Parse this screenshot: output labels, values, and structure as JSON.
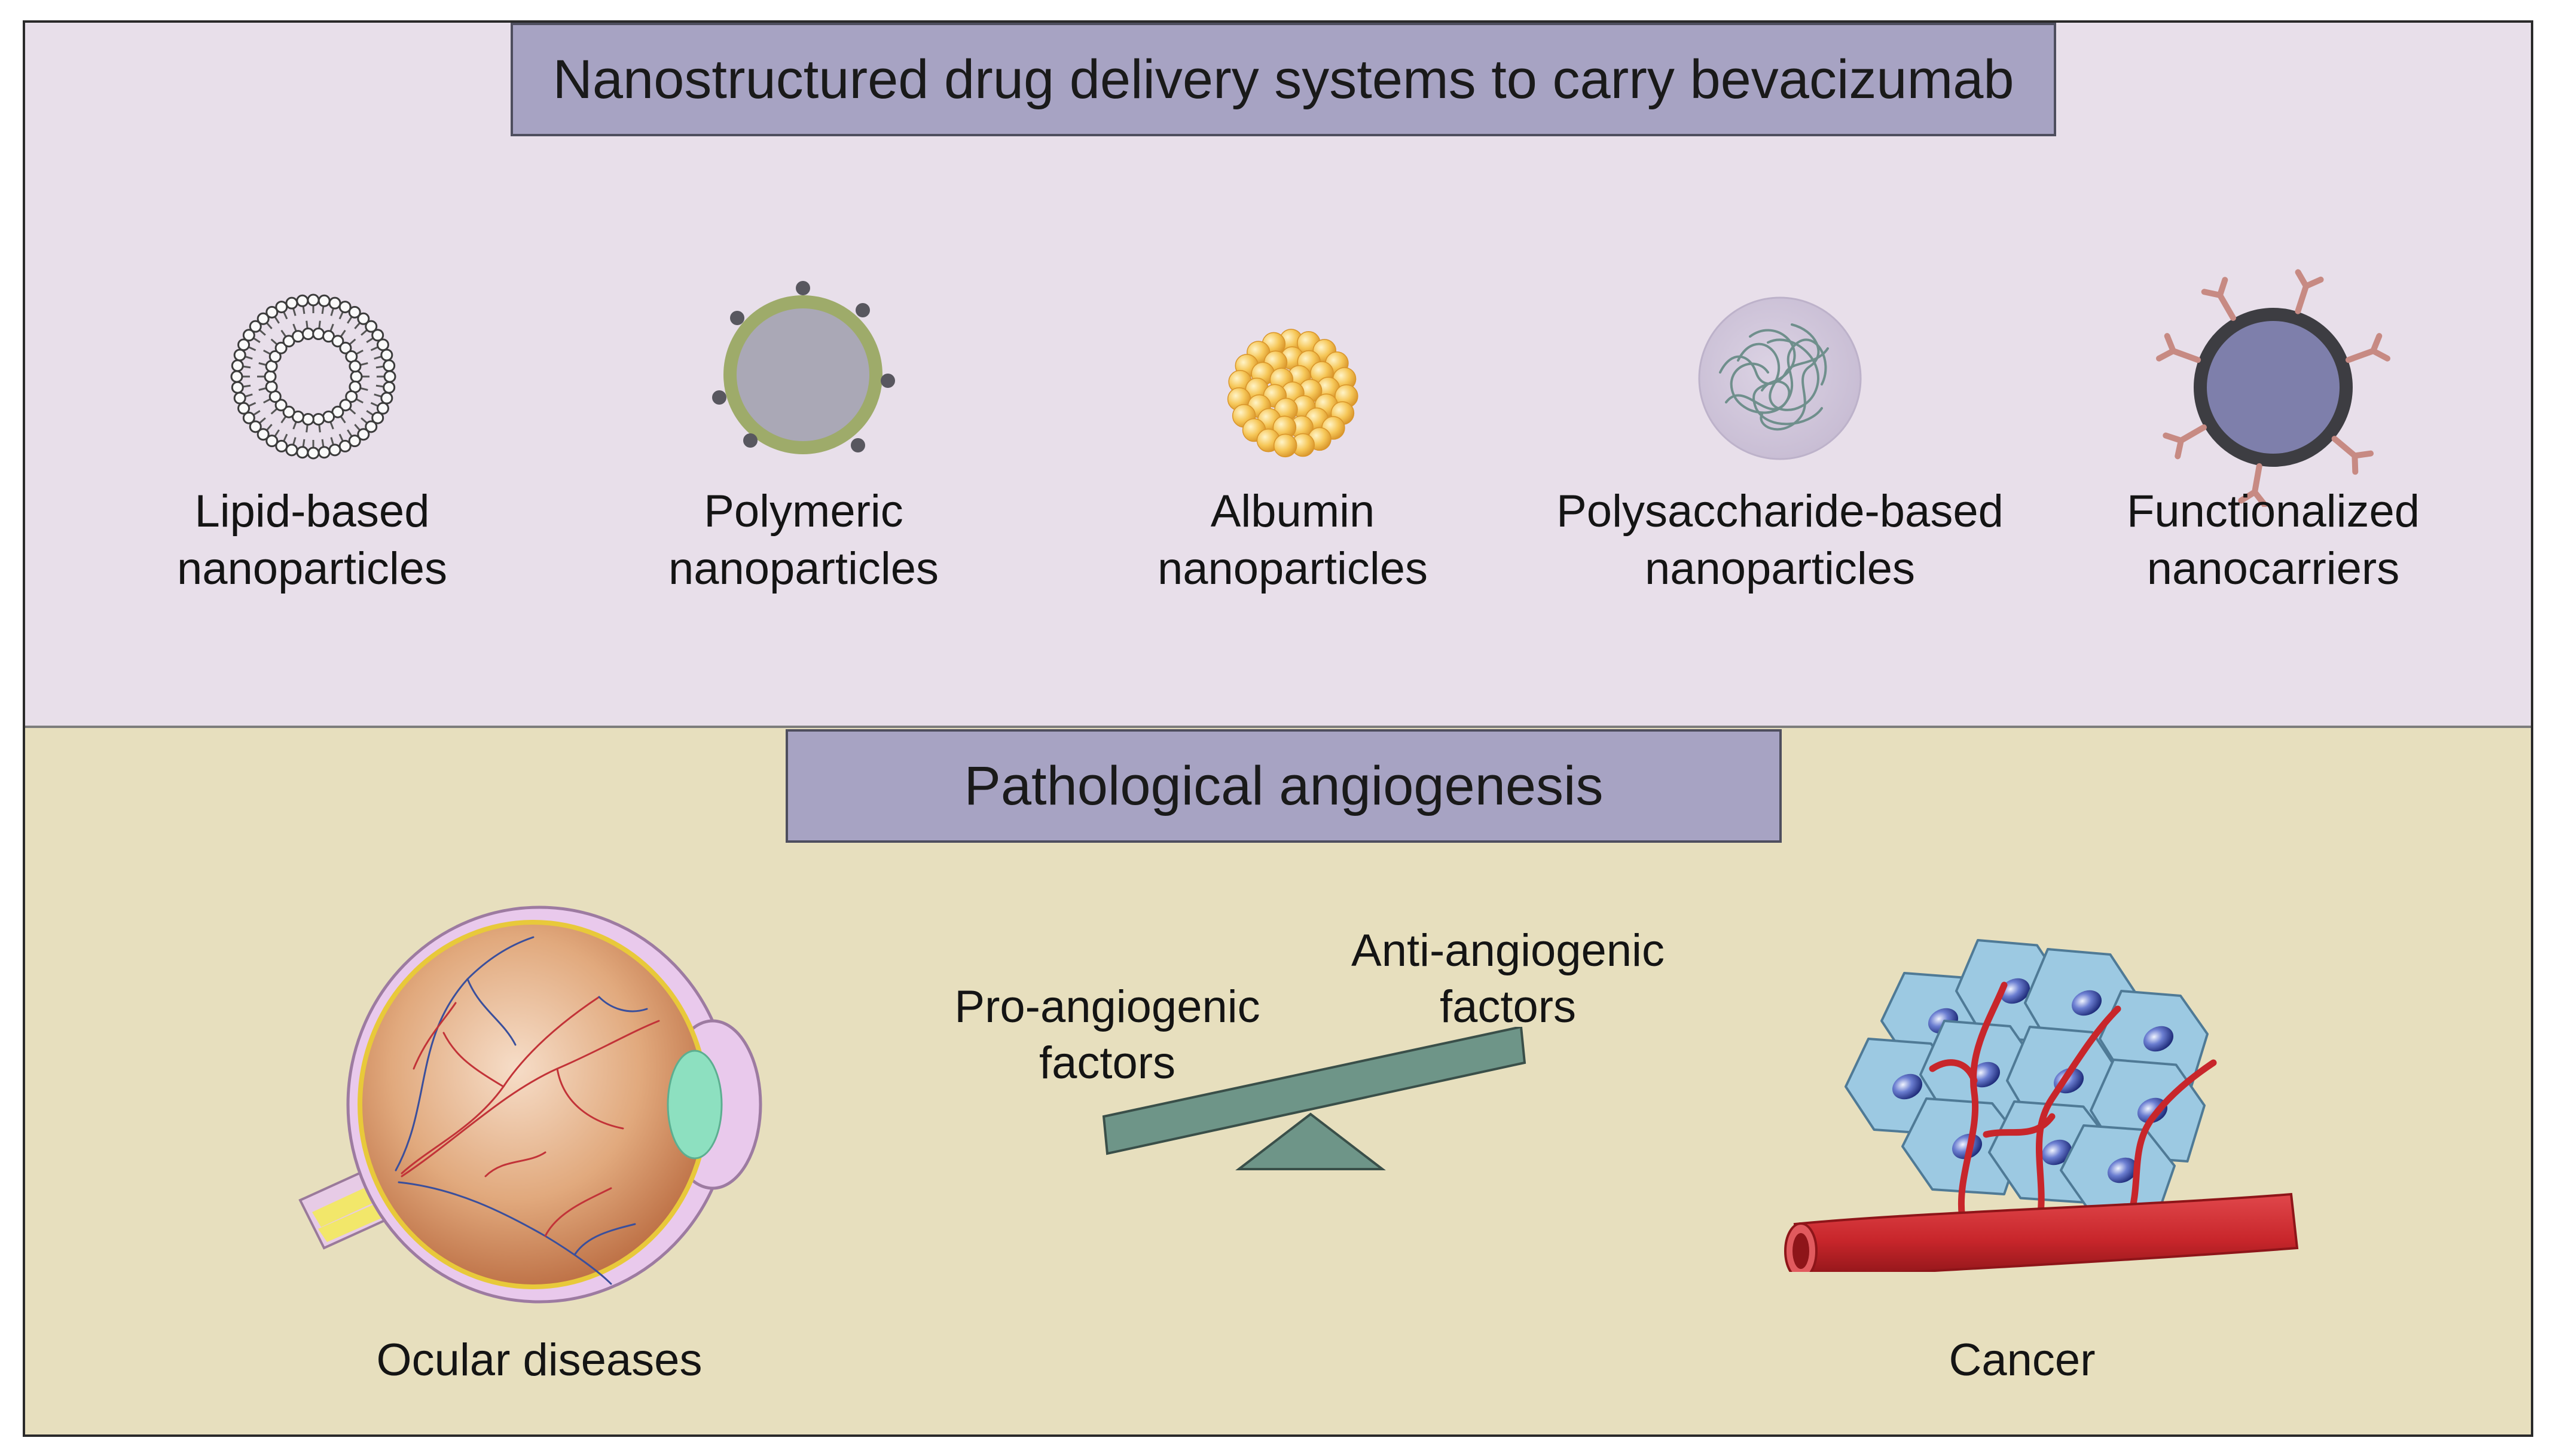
{
  "top_panel": {
    "title": "Nanostructured drug delivery systems to carry bevacizumab",
    "items": [
      {
        "line1": "Lipid-based",
        "line2": "nanoparticles",
        "icon": "liposome-icon"
      },
      {
        "line1": "Polymeric",
        "line2": "nanoparticles",
        "icon": "polymeric-nanoparticle-icon"
      },
      {
        "line1": "Albumin",
        "line2": "nanoparticles",
        "icon": "albumin-nanoparticle-icon"
      },
      {
        "line1": "Polysaccharide-based",
        "line2": "nanoparticles",
        "icon": "polysaccharide-nanoparticle-icon"
      },
      {
        "line1": "Functionalized",
        "line2": "nanocarriers",
        "icon": "functionalized-nanocarrier-icon"
      }
    ]
  },
  "bottom_panel": {
    "title": "Pathological angiogenesis",
    "ocular": {
      "label": "Ocular diseases",
      "icon": "eye-icon"
    },
    "balance": {
      "pro_line1": "Pro-angiogenic",
      "pro_line2": "factors",
      "anti_line1": "Anti-angiogenic",
      "anti_line2": "factors",
      "icon": "seesaw-balance-icon"
    },
    "cancer": {
      "label": "Cancer",
      "icon": "tumor-blood-vessel-icon"
    }
  },
  "colors": {
    "top_background": "#e8dfea",
    "bottom_background": "#e7dfbe",
    "banner_fill": "#a7a3c3",
    "seesaw": "#6e9588",
    "vessel_red": "#c8262b",
    "cell_blue": "#9cc9e2"
  }
}
